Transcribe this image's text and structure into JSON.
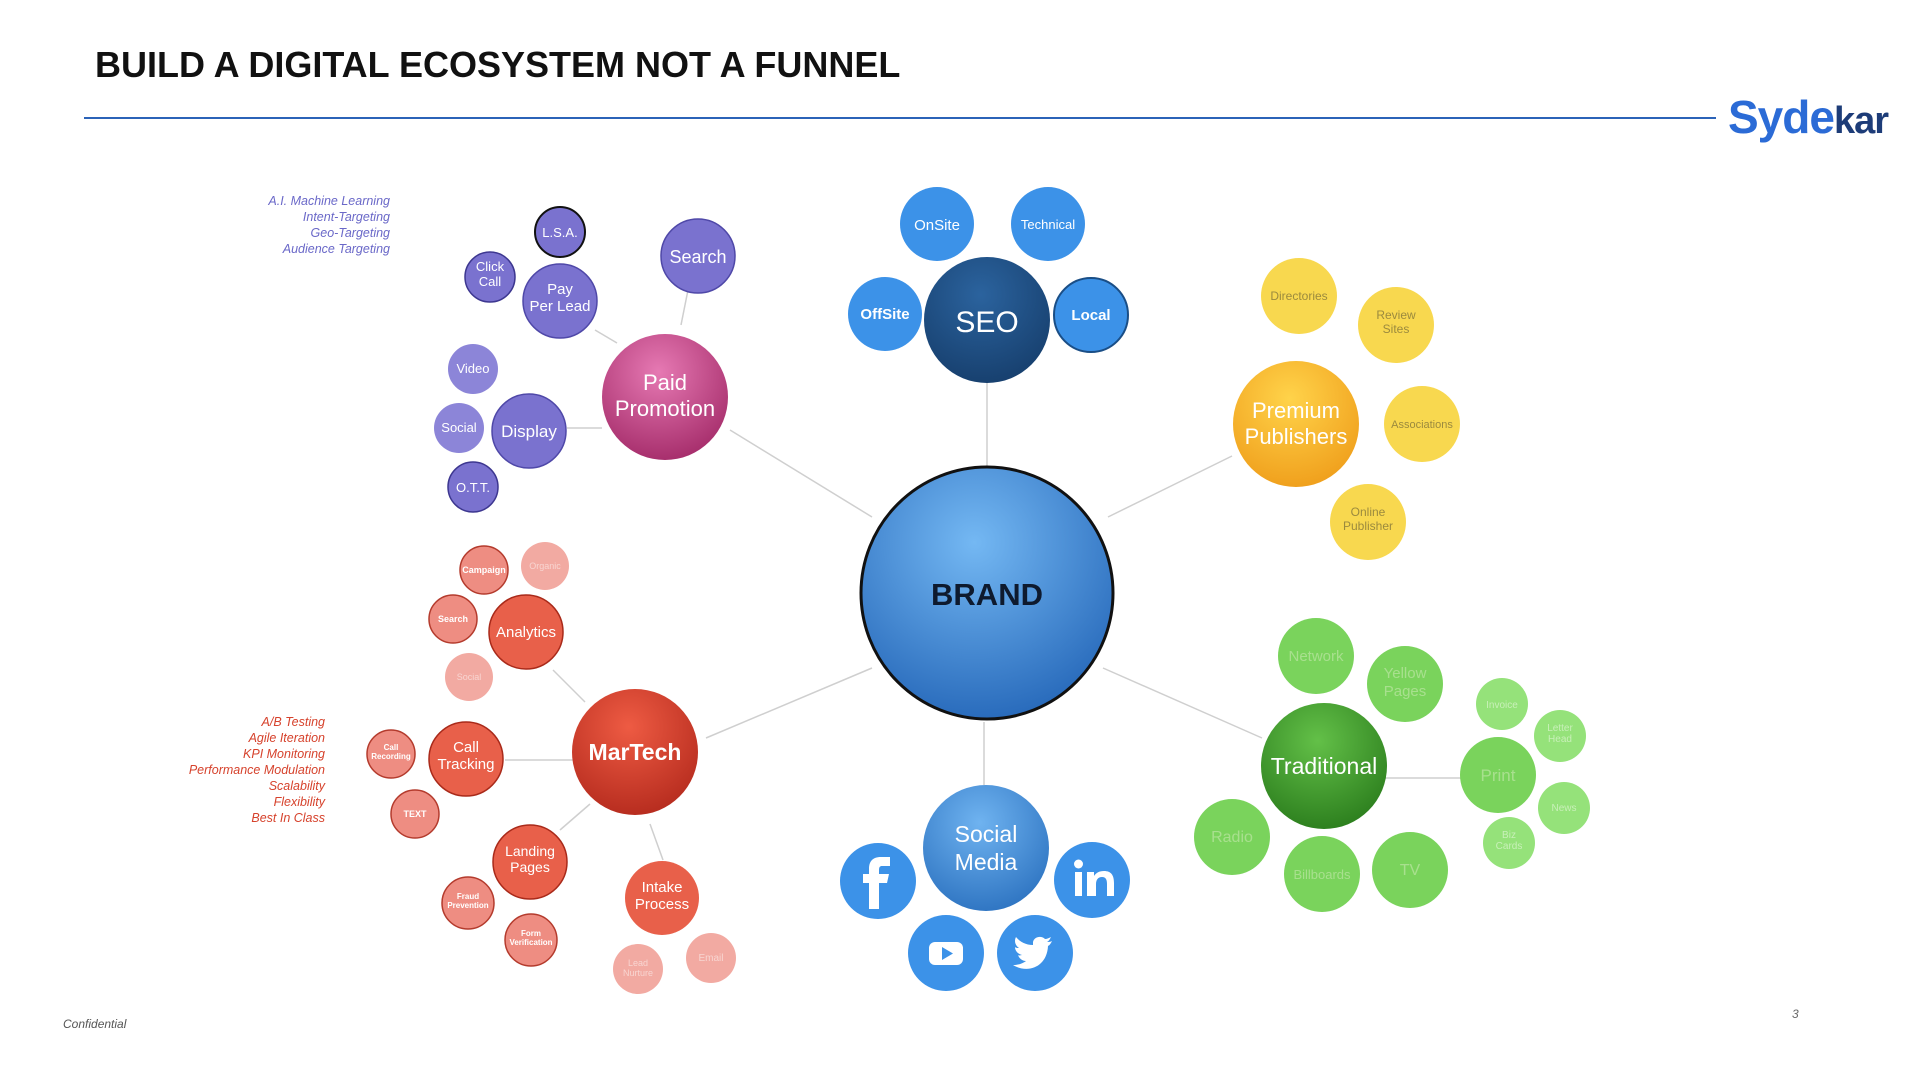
{
  "title": "BUILD A DIGITAL ECOSYSTEM NOT A FUNNEL",
  "logo": {
    "part1": "Syde",
    "part2": "kar"
  },
  "footer": {
    "confidential": "Confidential",
    "page_number": "3"
  },
  "notes": {
    "paid": [
      "A.I. Machine Learning",
      "Intent-Targeting",
      "Geo-Targeting",
      "Audience Targeting"
    ],
    "martech": [
      "A/B Testing",
      "Agile Iteration",
      "KPI  Monitoring",
      "Performance Modulation",
      "Scalability",
      "Flexibility",
      "Best In Class"
    ]
  },
  "colors": {
    "brand": "#3b86d6",
    "seo": "#1f4f86",
    "seo_sub": "#3c92e8",
    "paid": "#c0397e",
    "paid_sub": "#7a72cf",
    "publishers": "#f5b82a",
    "publishers_sub": "#f8d84f",
    "traditional": "#3f9b2c",
    "traditional_sub": "#7ad35c",
    "martech": "#d9412b",
    "martech_sub": "#e8604a",
    "martech_light": "#ee8d82",
    "social": "#3d8ed9",
    "social_sub": "#3c92e8"
  },
  "nodes": {
    "brand": "BRAND",
    "seo": "SEO",
    "onsite": "OnSite",
    "technical": "Technical",
    "offsite": "OffSite",
    "local": "Local",
    "paid": "Paid Promotion",
    "search_paid": "Search",
    "lsa": "L.S.A.",
    "click_call": "Click Call",
    "ppl": "Pay Per Lead",
    "video": "Video",
    "social_display": "Social",
    "display": "Display",
    "ott": "O.T.T.",
    "publishers": "Premium Publishers",
    "directories": "Directories",
    "review_sites": "Review Sites",
    "associations": "Associations",
    "online_publisher": "Online Publisher",
    "traditional": "Traditional",
    "network": "Network",
    "yellow_pages": "Yellow Pages",
    "radio": "Radio",
    "billboards": "Billboards",
    "tv": "TV",
    "print": "Print",
    "invoice": "Invoice",
    "letter_head": "Letter Head",
    "news": "News",
    "biz_cards": "Biz Cards",
    "martech": "MarTech",
    "analytics": "Analytics",
    "campaign": "Campaign",
    "organic": "Organic",
    "search_analytics": "Search",
    "social_analytics": "Social",
    "call_tracking": "Call Tracking",
    "call_recording": "Call Recording",
    "text": "TEXT",
    "landing_pages": "Landing Pages",
    "fraud_prevention": "Fraud Prevention",
    "form_verification": "Form Verification",
    "intake_process": "Intake Process",
    "lead_nurture": "Lead Nurture",
    "email": "Email",
    "social_media": "Social Media"
  },
  "social_icons": [
    "facebook-icon",
    "linkedin-icon",
    "youtube-icon",
    "twitter-icon"
  ]
}
